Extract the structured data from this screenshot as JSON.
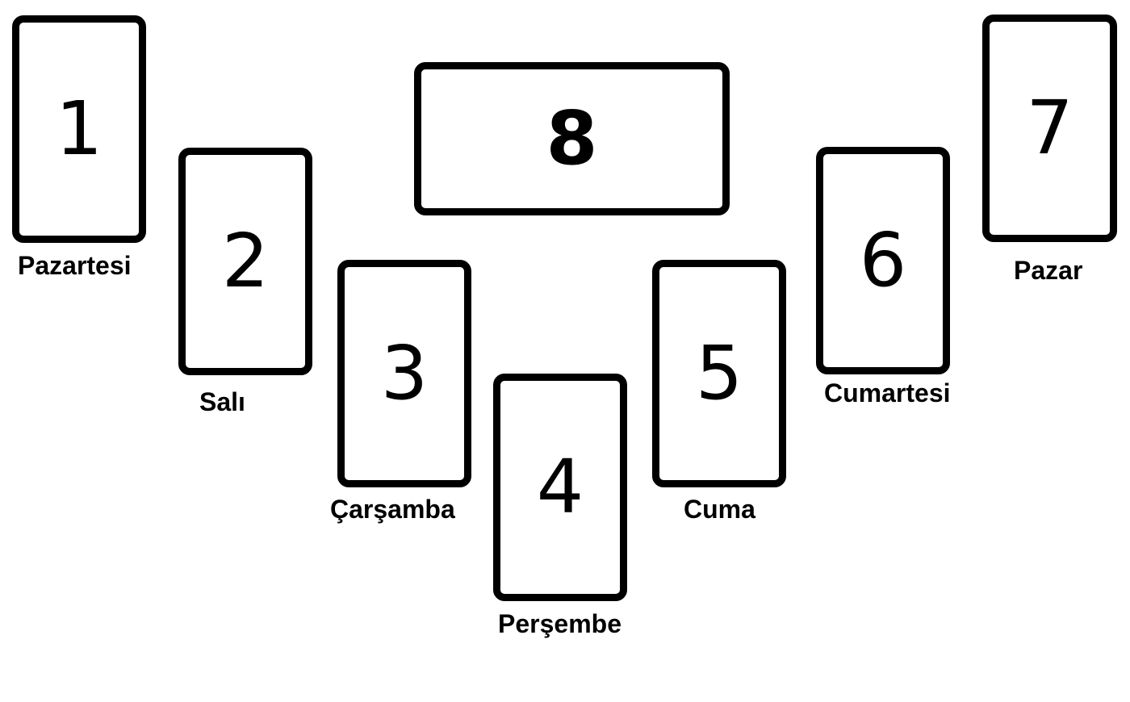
{
  "cards": [
    {
      "number": "1",
      "day": "Pazartesi"
    },
    {
      "number": "2",
      "day": "Salı"
    },
    {
      "number": "3",
      "day": "Çarşamba"
    },
    {
      "number": "4",
      "day": "Perşembe"
    },
    {
      "number": "5",
      "day": "Cuma"
    },
    {
      "number": "6",
      "day": "Cumartesi"
    },
    {
      "number": "7",
      "day": "Pazar"
    },
    {
      "number": "8"
    }
  ],
  "colors": {
    "background": "#ffffff",
    "card_border": "#000000",
    "text": "#000000"
  }
}
